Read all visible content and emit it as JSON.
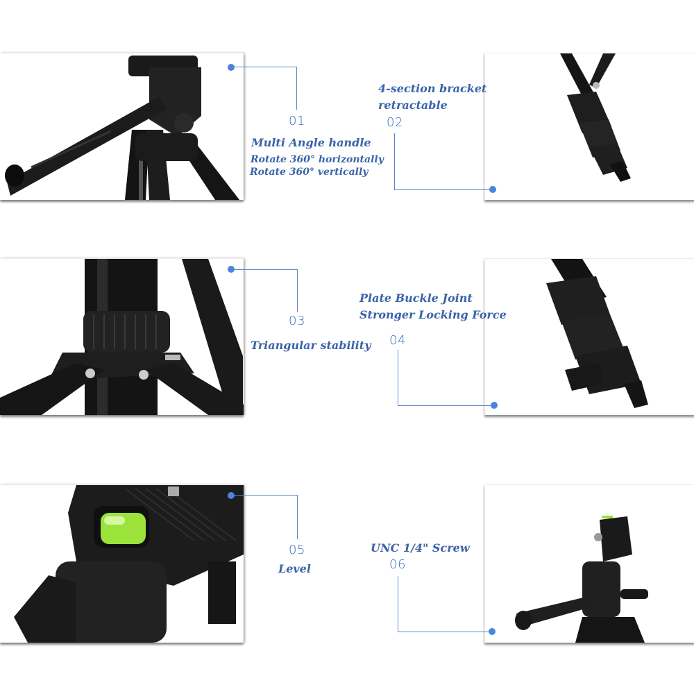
{
  "colors": {
    "caption_text": "#3a63a8",
    "number_text": "#3d6fb8",
    "callout_line": "#5b86c6",
    "callout_dot": "#4a84e0",
    "background": "#ffffff",
    "product": "#111111",
    "level_bubble": "#9be23a"
  },
  "features": [
    {
      "number": "01",
      "title": "Multi Angle handle",
      "lines": [
        "Rotate 360° horizontally",
        "Rotate 360° vertically"
      ],
      "image": "tripod-pan-head-with-handle"
    },
    {
      "number": "02",
      "title_lines": [
        "4-section bracket",
        "retractable"
      ],
      "image": "tripod-leg-section-locks"
    },
    {
      "number": "03",
      "title": "Triangular stability",
      "image": "tripod-leg-spreader-collar"
    },
    {
      "number": "04",
      "title_lines": [
        "Plate Buckle Joint",
        "Stronger Locking Force"
      ],
      "image": "tripod-leg-flip-lock"
    },
    {
      "number": "05",
      "title": "Level",
      "image": "bubble-level-on-quick-release-plate"
    },
    {
      "number": "06",
      "title": "UNC 1/4\" Screw",
      "image": "tripod-head-mounting-screw"
    }
  ]
}
